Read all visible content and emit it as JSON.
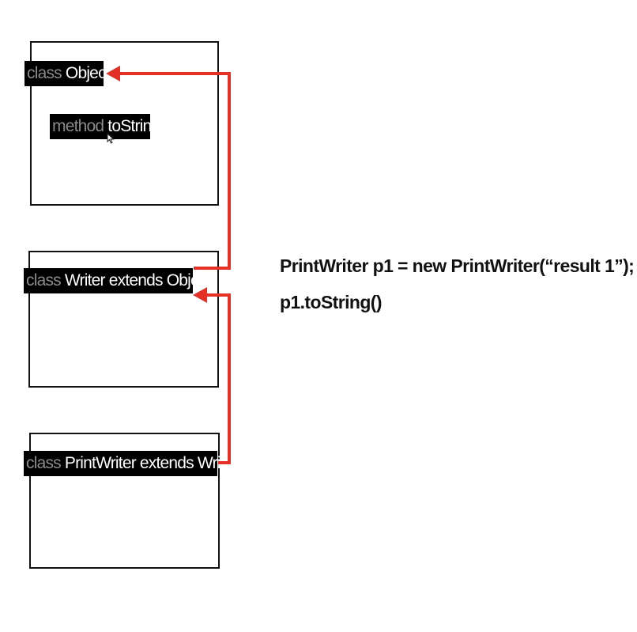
{
  "classes": {
    "object": {
      "keyword": "class",
      "name": "Object"
    },
    "writer": {
      "keyword": "class",
      "name": "Writer extends Object"
    },
    "printwriter": {
      "keyword": "class",
      "name": "PrintWriter extends Writer"
    }
  },
  "method": {
    "keyword": "method",
    "name": "toString"
  },
  "code": {
    "line1": "PrintWriter p1 = new PrintWriter(“result 1”);",
    "line2": "p1.toString()"
  },
  "colors": {
    "arrow": "#e53025",
    "label_bg": "#000000",
    "keyword": "#8a8a8a"
  }
}
